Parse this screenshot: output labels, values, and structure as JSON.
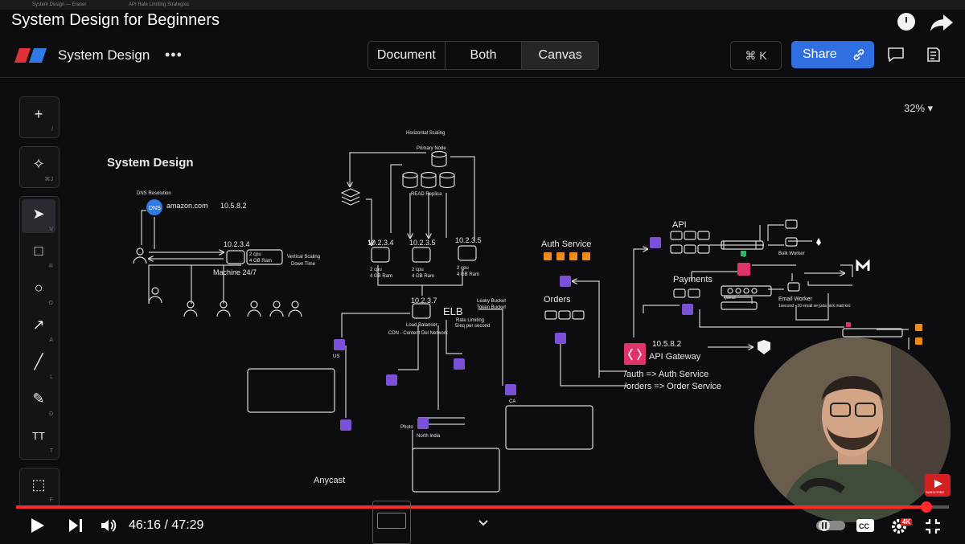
{
  "browser": {
    "tabs": [
      "System Design — Eraser",
      "API Rate Limiting Strategies"
    ]
  },
  "video": {
    "title": "System Design for Beginners",
    "time_current": "46:16",
    "time_separator": "/",
    "time_total": "47:29",
    "progress_fraction": 0.976,
    "quality_badge": "4K",
    "subscribe_label": "SUBSCRIBE"
  },
  "app": {
    "title": "System Design",
    "more": "•••",
    "view_tabs": [
      "Document",
      "Both",
      "Canvas"
    ],
    "active_view": "Canvas",
    "cmdk_label": "⌘ K",
    "share_label": "Share",
    "zoom": "32%"
  },
  "toolbar": {
    "tools": [
      {
        "name": "add",
        "glyph": "+",
        "key": "/"
      },
      {
        "name": "ai",
        "glyph": "✧",
        "key": "⌘J"
      },
      {
        "name": "select",
        "glyph": "➤",
        "key": "V"
      },
      {
        "name": "rectangle",
        "glyph": "□",
        "key": "R"
      },
      {
        "name": "circle",
        "glyph": "○",
        "key": "O"
      },
      {
        "name": "arrow",
        "glyph": "↗",
        "key": "A"
      },
      {
        "name": "line",
        "glyph": "╱",
        "key": "L"
      },
      {
        "name": "pen",
        "glyph": "✎",
        "key": "D"
      },
      {
        "name": "text",
        "glyph": "TT",
        "key": "T"
      },
      {
        "name": "frame",
        "glyph": "⬚",
        "key": "F"
      }
    ]
  },
  "diagram": {
    "title": "System Design",
    "dns_resolution": "DNS Resolution",
    "dns_badge": "DNS",
    "domain": "amazon.com",
    "dns_ip": "10.5.8.2",
    "machine_ip": "10.2.3.4",
    "machine_specs": [
      "2 cpu",
      "4 GB Ram"
    ],
    "vertical_scaling": [
      "Vertical Scaling",
      "Down Time"
    ],
    "machine_247": "Machine 24/7",
    "horizontal_scaling": "Horizontal Scaling",
    "primary_node": "Primary Node",
    "read_replica": "READ Replica",
    "servers": [
      {
        "ip": "10.2.3.4",
        "specs": [
          "2 cpu",
          "4 GB Ram"
        ]
      },
      {
        "ip": "10.2.3.5",
        "specs": [
          "2 cpu",
          "4 GB Ram"
        ]
      },
      {
        "ip": "10.2.3.5",
        "specs": [
          "2 cpu",
          "4 GB Ram"
        ]
      }
    ],
    "lb_ip": "10.2.3.7",
    "load_balancer": "Load Balancer",
    "elb": "ELB",
    "leaky_bucket": "Leaky Bucket",
    "token_bucket": "Token Bucket",
    "rate_limiting": [
      "Rate Limiting",
      "5req per second"
    ],
    "cdn": "CDN - Content Del Network",
    "region_us": "US",
    "region_ca": "CA",
    "photo": "Photo",
    "north_india": "North India",
    "anycast": "Anycast",
    "auth_service": "Auth Service",
    "orders": "Orders",
    "api": "API",
    "payments": "Payments",
    "bulk_worker": "Bulk Worker",
    "email_worker": "Email Worker",
    "queue": "Queue",
    "email_note": "1second - 10 email se juda pick matt kro",
    "gateway_ip": "10.5.8.2",
    "api_gateway": "API Gateway",
    "routes": [
      "/auth => Auth Service",
      "/orders => Order Service"
    ]
  }
}
